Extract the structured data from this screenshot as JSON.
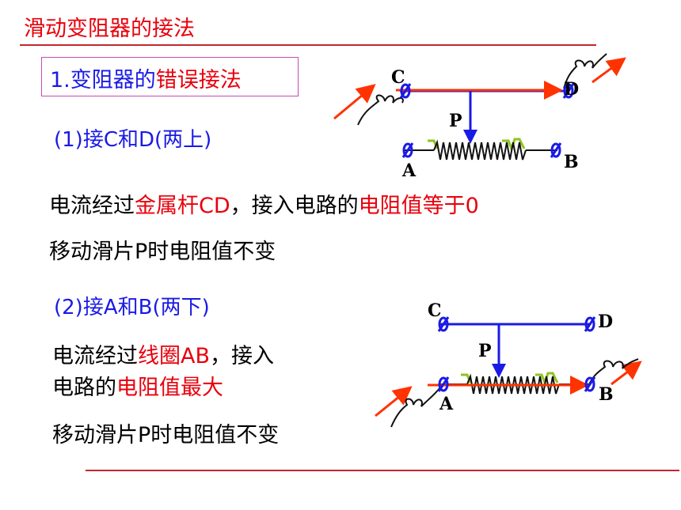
{
  "slide": {
    "title": "滑动变阻器的接法",
    "heading_num": "1.",
    "heading_plain": "变阻器的",
    "heading_highlight": "错误接法"
  },
  "case1": {
    "label": "(1)接C和D(两上)",
    "line1_a": "电流经过",
    "line1_b": "金属杆CD",
    "line1_c": "，接入电路的",
    "line1_d": "电阻值等于0",
    "line2": "移动滑片P时电阻值不变"
  },
  "case2": {
    "label": "(2)接A和B(两下)",
    "line1_a": "电流经过",
    "line1_b": "线圈AB",
    "line1_c": "，接入",
    "line2_a": "电路的",
    "line2_b": "电阻值最大",
    "line3": "移动滑片P时电阻值不变"
  },
  "diagram1": {
    "C": "C",
    "D": "D",
    "P": "P",
    "A": "A",
    "B": "B"
  },
  "diagram2": {
    "C": "C",
    "D": "D",
    "P": "P",
    "A": "A",
    "B": "B"
  },
  "colors": {
    "title": "#e8000b",
    "body_blue": "#1a1ae6",
    "highlight_red": "#e8000b",
    "rule": "#c0282d",
    "rod_blue": "#1a1ae6",
    "current_arrow": "#ff3300",
    "coil_green": "#8fc31f"
  }
}
